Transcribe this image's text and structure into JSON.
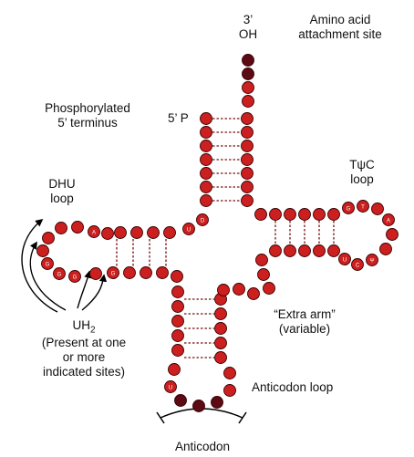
{
  "labels": {
    "three_prime": "3’",
    "oh": "OH",
    "amino_acid_site": [
      "Amino acid",
      "attachment site"
    ],
    "phosphorylated": [
      "Phosphorylated",
      "5’ terminus"
    ],
    "five_prime_p": "5’ P",
    "dhu_loop": [
      "DHU",
      "loop"
    ],
    "tpsic_loop": [
      "TψC",
      "loop"
    ],
    "uh2_prefix": "UH",
    "uh2_subscript": "2",
    "uh2_note": [
      "(Present at one",
      "or more",
      "indicated sites)"
    ],
    "extra_arm": [
      "“Extra arm”",
      "(variable)"
    ],
    "anticodon_loop": "Anticodon loop",
    "anticodon": "Anticodon"
  },
  "nucleotide_letters": {
    "dhu_1": "A",
    "dhu_2": "G",
    "dhu_3": "G",
    "dhu_4": "G",
    "pivot_1": "D",
    "pivot_2": "U",
    "pivot_3": "G",
    "tpsi_1": "G",
    "tpsi_2": "T",
    "tpsi_3": "Ψ",
    "tpsi_4": "C",
    "tpsi_5": "U",
    "tpsi_6": "A",
    "anticodon_1": "U"
  },
  "colors": {
    "nucleotide": "#cc1f1f",
    "nucleotide_dark": "#5c0a14",
    "outline": "#3a0000",
    "base_pair_line": "#7a1010",
    "arrow": "#000000"
  }
}
